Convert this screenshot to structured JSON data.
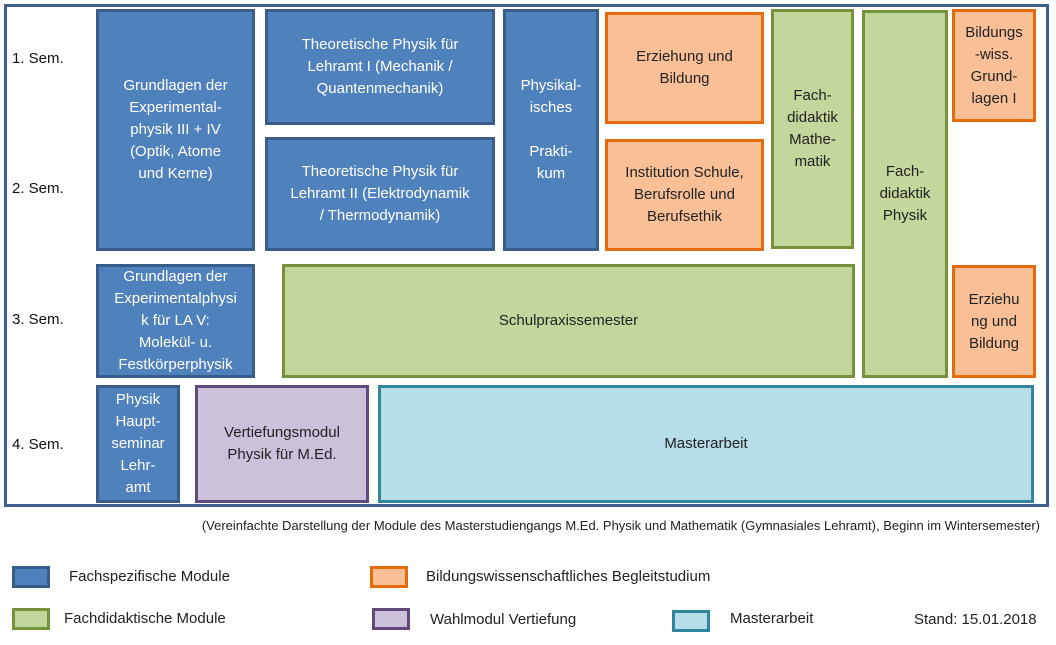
{
  "semesters": [
    "1. Sem.",
    "2. Sem.",
    "3. Sem.",
    "4. Sem."
  ],
  "modules": {
    "exp_phys_3_4": "Grundlagen der\nExperimental-\nphysik III + IV\n(Optik, Atome\nund Kerne)",
    "theo_1": "Theoretische Physik für\nLehramt I (Mechanik /\nQuantenmechanik)",
    "theo_2": "Theoretische Physik für\nLehramt II (Elektrodynamik\n/ Thermodynamik)",
    "praktikum": "Physikal-\nisches\n\nPrakti-\nkum",
    "erziehung_1": "Erziehung und\nBildung",
    "institution": "Institution Schule,\nBerufsrolle und\nBerufsethik",
    "fd_mathe": "Fach-\ndidaktik\nMathe-\nmatik",
    "fd_physik": "Fach-\ndidaktik\nPhysik",
    "bildungswiss": "Bildungs\n-wiss.\nGrund-\nlagen I",
    "exp_phys_5": "Grundlagen der\nExperimentalphysi\nk für LA V:\nMolekül- u.\nFestkörperphysik",
    "schulpraxis": "Schulpraxissemester",
    "erziehung_3": "Erziehu\nng und\nBildung",
    "hauptseminar": "Physik\nHaupt-\nseminar\nLehr-\namt",
    "vertiefung": "Vertiefungsmodul\nPhysik für M.Ed.",
    "masterarbeit": "Masterarbeit"
  },
  "caption": "(Vereinfachte Darstellung der Module des Masterstudiengangs M.Ed. Physik und Mathematik (Gymnasiales Lehramt), Beginn im Wintersemester)",
  "legend": [
    {
      "label": "Fachspezifische Module",
      "color": "#4f81bd"
    },
    {
      "label": "Bildungswissenschaftliches Begleitstudium",
      "color": "#f9c097"
    },
    {
      "label": "Fachdidaktische Module",
      "color": "#c3d69b"
    },
    {
      "label": "Wahlmodul Vertiefung",
      "color": "#ccc1da"
    },
    {
      "label": "Masterarbeit",
      "color": "#b7dde8"
    }
  ],
  "stand": "Stand: 15.01.2018"
}
